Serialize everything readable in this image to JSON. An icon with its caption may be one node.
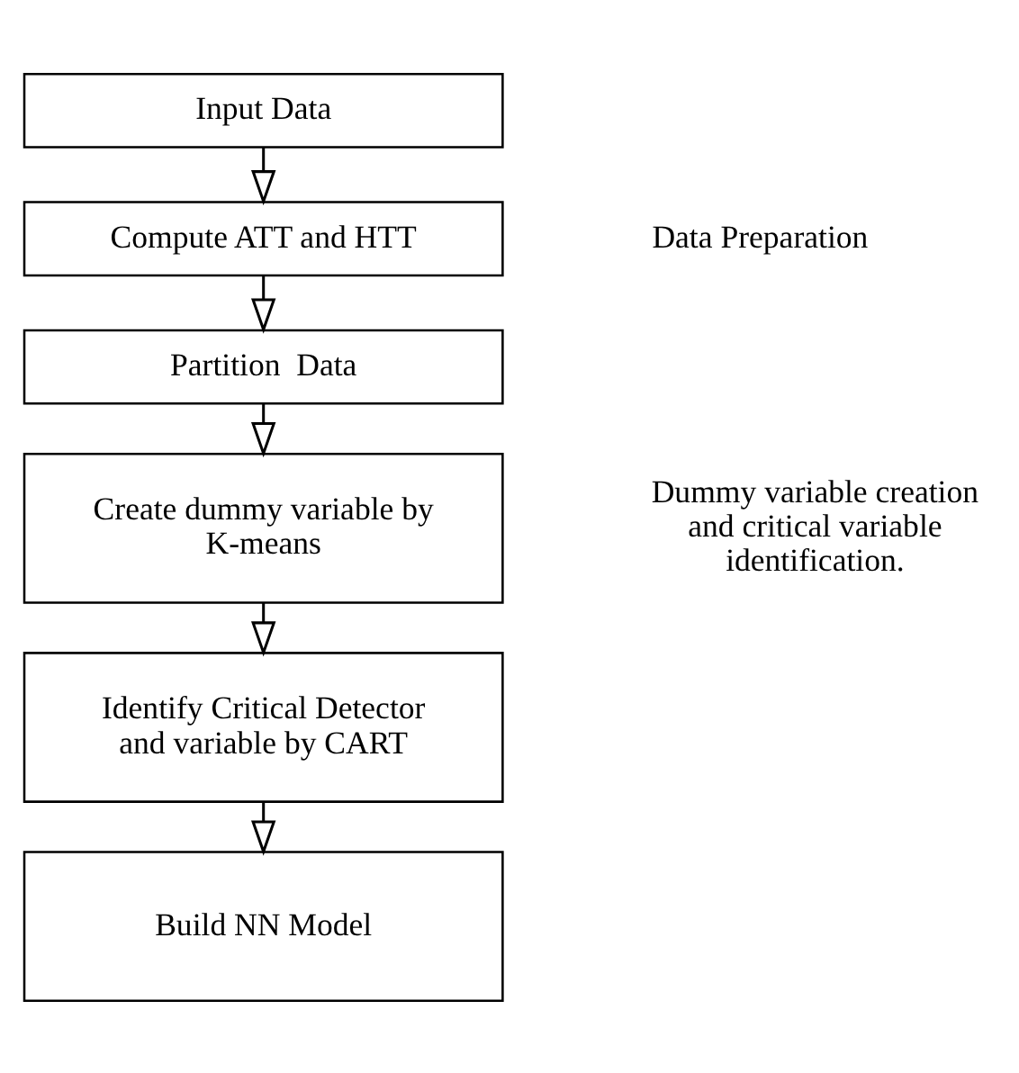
{
  "diagram": {
    "nodes": [
      {
        "text": [
          "Input Data"
        ]
      },
      {
        "text": [
          "Compute ATT and HTT"
        ]
      },
      {
        "text": [
          "Partition  Data"
        ]
      },
      {
        "text": [
          "Create dummy variable by K-means"
        ]
      },
      {
        "text": [
          "Identify Critical Detector and variable by CART"
        ]
      },
      {
        "text": [
          "Build NN Model"
        ]
      }
    ],
    "edges": [
      {
        "from": 0,
        "to": 1,
        "arrow": "to"
      },
      {
        "from": 1,
        "to": 2,
        "arrow": "to"
      },
      {
        "from": 2,
        "to": 3,
        "arrow": "to"
      },
      {
        "from": 3,
        "to": 4,
        "arrow": "to"
      },
      {
        "from": 4,
        "to": 5,
        "arrow": "to"
      }
    ],
    "labels": [
      "Data Preparation",
      "Dummy variable creation and critical variable identification."
    ]
  }
}
